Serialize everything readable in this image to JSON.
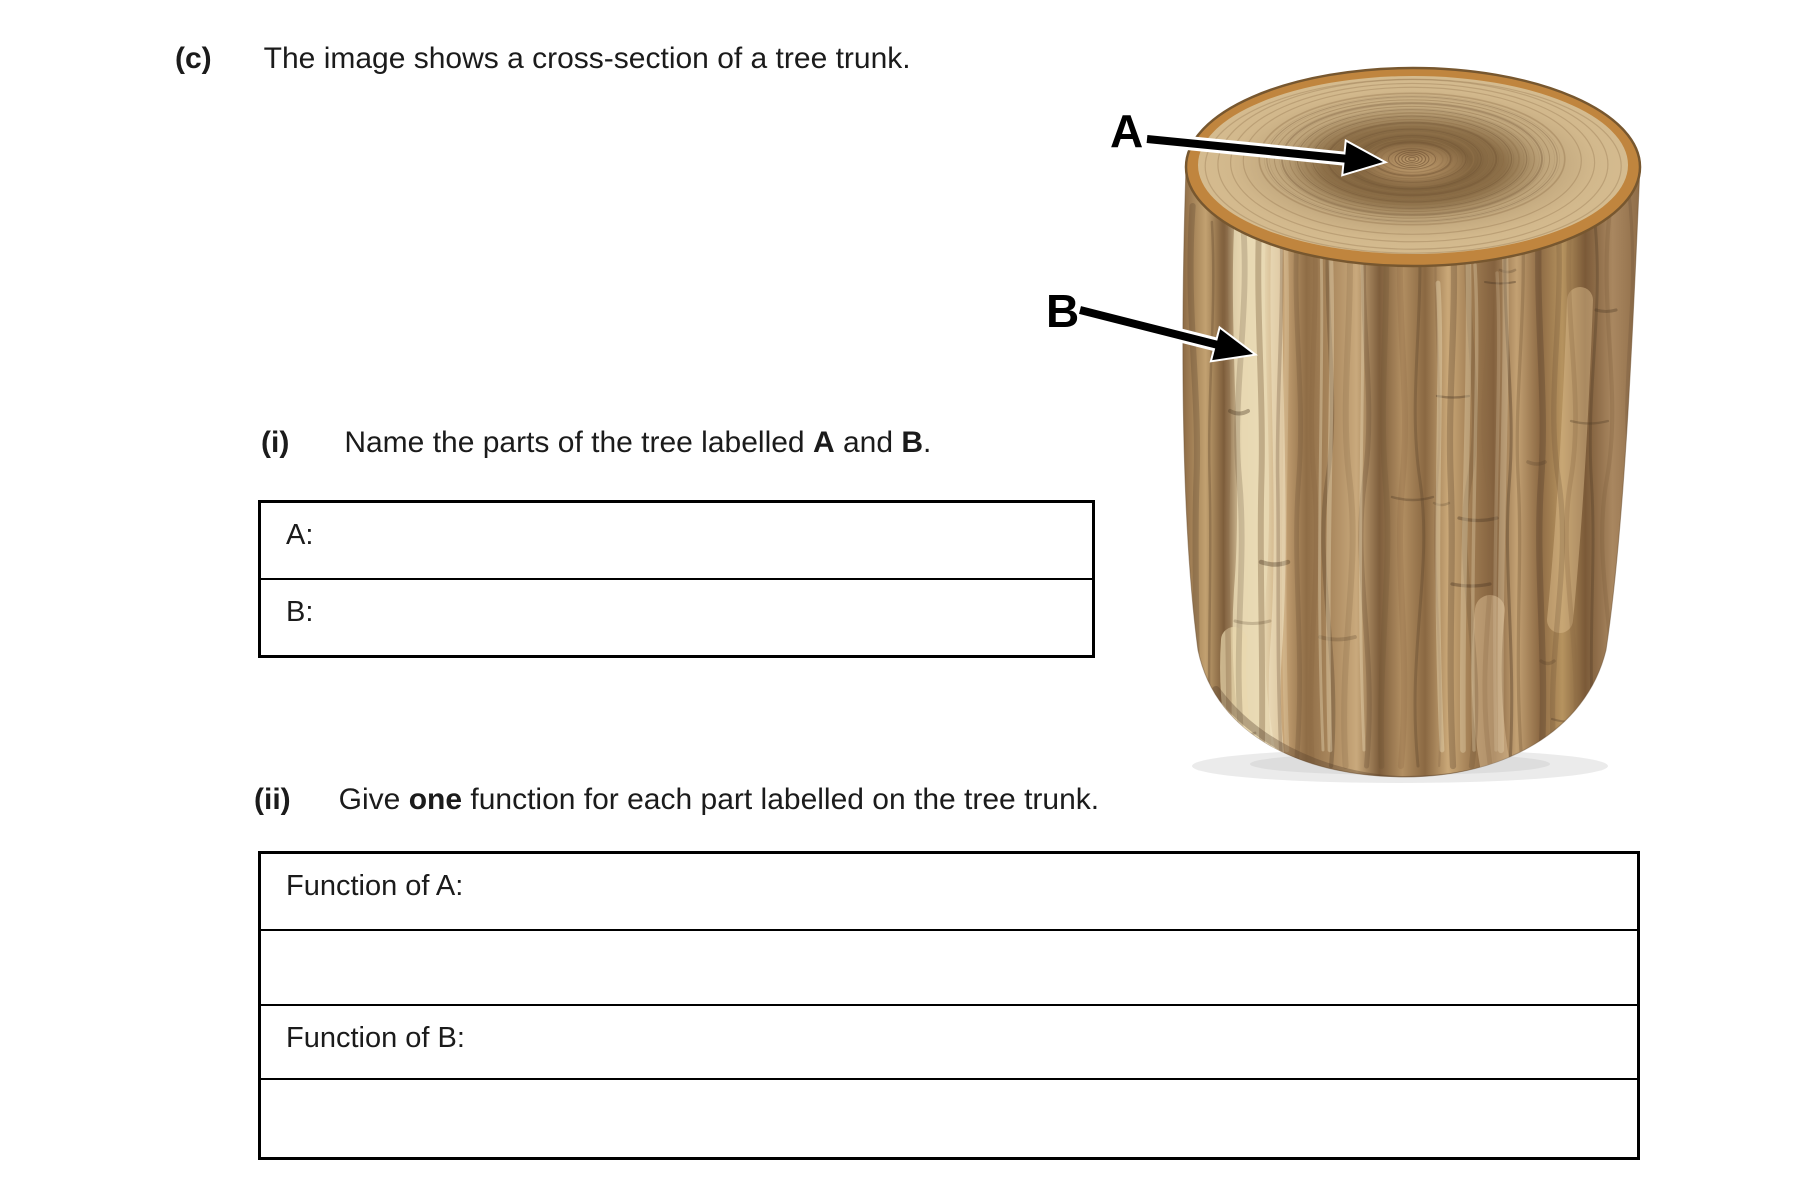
{
  "question": {
    "part_label": "(c)",
    "part_text": "The image shows a cross-section of a tree trunk.",
    "sub_i": {
      "label": "(i)",
      "text_start": "Name the parts of the tree labelled ",
      "bold_a": "A",
      "text_mid": " and ",
      "bold_b": "B",
      "text_end": "."
    },
    "sub_ii": {
      "label": "(ii)",
      "text_start": "Give ",
      "bold_one": "one",
      "text_end": " function for each part labelled on the tree trunk."
    }
  },
  "figure": {
    "label_a": "A",
    "label_b": "B"
  },
  "answer_table_parts": {
    "rows": [
      {
        "label": "A:"
      },
      {
        "label": "B:"
      }
    ]
  },
  "answer_table_functions": {
    "rows": [
      {
        "label": "Function of A:"
      },
      {
        "label": ""
      },
      {
        "label": "Function of B:"
      },
      {
        "label": ""
      }
    ]
  },
  "colors": {
    "text": "#1b1b1b",
    "table_border": "#000000",
    "arrow": "#000000",
    "arrow_outline": "#ffffff",
    "wood_top_light": "#d8c094",
    "wood_top_dark": "#81643f",
    "rim_orange": "#c0853e",
    "bark_light": "#ead9b4",
    "bark_mid": "#b08d5f",
    "bark_dark": "#5f4730"
  }
}
